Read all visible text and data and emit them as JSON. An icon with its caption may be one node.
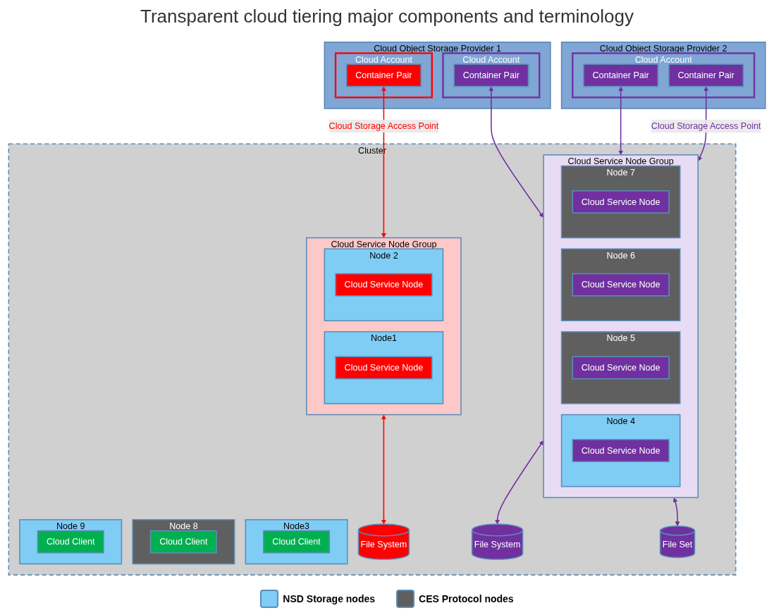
{
  "diagram": {
    "title": "Transparent cloud tiering major components and terminology",
    "nodes": [
      {
        "text": [
          "Cloud Object Storage Provider 1"
        ]
      },
      {
        "text": [
          "Cloud Account"
        ],
        "in": 0
      },
      {
        "text": [
          "Container Pair"
        ],
        "in": 1
      },
      {
        "text": [
          "Cloud Account"
        ],
        "in": 0
      },
      {
        "text": [
          "Container Pair"
        ],
        "in": 3
      },
      {
        "text": [
          "Cloud Object Storage Provider 2"
        ]
      },
      {
        "text": [
          "Cloud Account"
        ],
        "in": 5
      },
      {
        "text": [
          "Container Pair"
        ],
        "in": 6
      },
      {
        "text": [
          "Container Pair"
        ],
        "in": 6
      },
      {
        "text": [
          "Cluster"
        ]
      },
      {
        "text": [
          "Cloud Service Node Group"
        ],
        "in": 9
      },
      {
        "text": [
          "Node1"
        ],
        "in": 10
      },
      {
        "text": [
          "Cloud Service Node"
        ],
        "in": 11
      },
      {
        "text": [
          "Node 2"
        ],
        "in": 10
      },
      {
        "text": [
          "Cloud Service Node"
        ],
        "in": 13
      },
      {
        "text": [
          "Node3"
        ],
        "in": 9
      },
      {
        "text": [
          "Cloud Client"
        ],
        "in": 15
      },
      {
        "text": [
          "Cloud Service Node Group"
        ],
        "in": 9
      },
      {
        "text": [
          "Node 4"
        ],
        "in": 17
      },
      {
        "text": [
          "Cloud Service Node"
        ],
        "in": 18
      },
      {
        "text": [
          "Node 5"
        ],
        "in": 17
      },
      {
        "text": [
          "Cloud Service Node"
        ],
        "in": 20
      },
      {
        "text": [
          "Node 6"
        ],
        "in": 17
      },
      {
        "text": [
          "Cloud Service Node"
        ],
        "in": 22
      },
      {
        "text": [
          "Node 7"
        ],
        "in": 17
      },
      {
        "text": [
          "Cloud Service Node"
        ],
        "in": 24
      },
      {
        "text": [
          "Node 8"
        ],
        "in": 9
      },
      {
        "text": [
          "Cloud Client"
        ],
        "in": 26
      },
      {
        "text": [
          "Node 9"
        ],
        "in": 9
      },
      {
        "text": [
          "Cloud Client"
        ],
        "in": 28
      },
      {
        "text": [
          "File System"
        ],
        "in": 9
      },
      {
        "text": [
          "File System"
        ],
        "in": 9
      },
      {
        "text": [
          "File Set"
        ],
        "in": 9
      }
    ],
    "edges": [
      {
        "from": 2,
        "to": 10,
        "arrow": "both",
        "label": "Cloud Storage Access Point",
        "color": "#ff0000"
      },
      {
        "from": 4,
        "to": 17,
        "arrow": "both"
      },
      {
        "from": 7,
        "to": 17,
        "arrow": "both"
      },
      {
        "from": 8,
        "to": 17,
        "arrow": "both",
        "label": "Cloud Storage Access Point"
      },
      {
        "from": 10,
        "to": 30,
        "arrow": "both",
        "color": "#ff0000"
      },
      {
        "from": 17,
        "to": 31,
        "arrow": "both"
      },
      {
        "from": 17,
        "to": 32,
        "arrow": "both"
      }
    ],
    "legend": [
      {
        "text": "NSD Storage nodes",
        "color": "#7fcdf5"
      },
      {
        "text": "CES Protocol nodes",
        "color": "#5f5f5f"
      }
    ]
  }
}
